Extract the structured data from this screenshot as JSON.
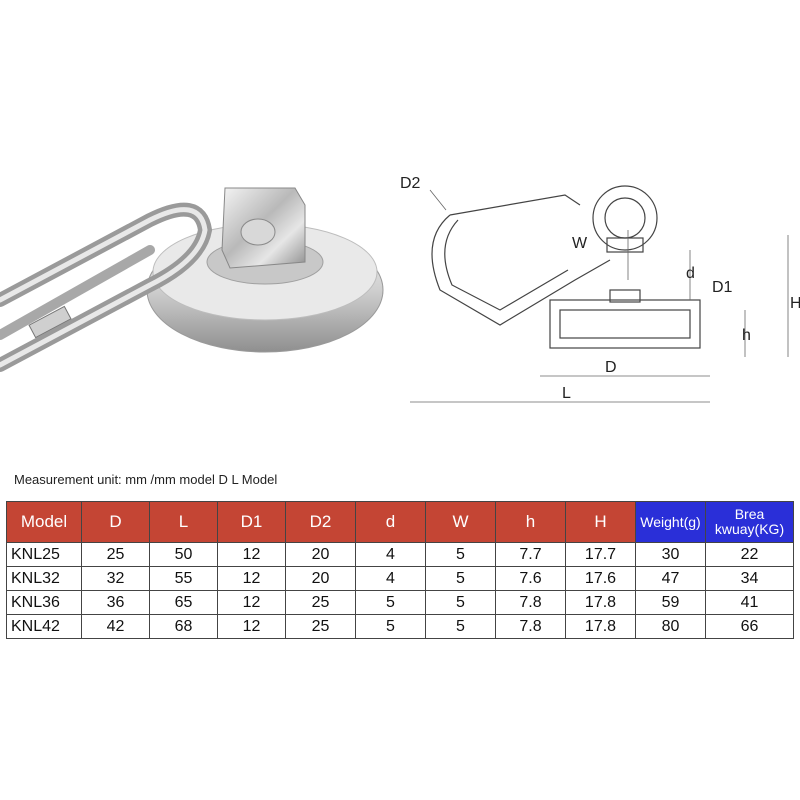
{
  "diagram_labels": {
    "D2": "D2",
    "W": "W",
    "d": "d",
    "D1": "D1",
    "H": "H",
    "h": "h",
    "D": "D",
    "L": "L"
  },
  "caption": "Measurement unit: mm /mm model D L Model",
  "table": {
    "headers": [
      "Model",
      "D",
      "L",
      "D1",
      "D2",
      "d",
      "W",
      "h",
      "H",
      "Weight(g)",
      "Brea",
      "kwuay(KG)"
    ],
    "rows": [
      [
        "KNL25",
        "25",
        "50",
        "12",
        "20",
        "4",
        "5",
        "7.7",
        "17.7",
        "30",
        "22"
      ],
      [
        "KNL32",
        "32",
        "55",
        "12",
        "20",
        "4",
        "5",
        "7.6",
        "17.6",
        "47",
        "34"
      ],
      [
        "KNL36",
        "36",
        "65",
        "12",
        "25",
        "5",
        "5",
        "7.8",
        "17.8",
        "59",
        "41"
      ],
      [
        "KNL42",
        "42",
        "68",
        "12",
        "25",
        "5",
        "5",
        "7.8",
        "17.8",
        "80",
        "66"
      ]
    ]
  },
  "colors": {
    "header_red": "#c44534",
    "header_blue": "#2a2fd8"
  }
}
